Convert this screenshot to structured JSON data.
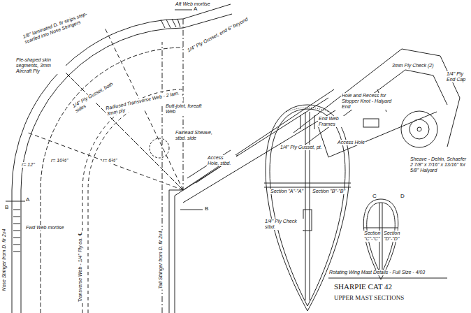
{
  "diagram": {
    "title": "SHARPIE CAT 42",
    "caption": "UPPER MAST SECTIONS",
    "labels": [
      "1/8\" laminated D. fir strips step-scarfed into Nose Stringers",
      "Aft Web mortise",
      "1/4\" Ply Gusset, end 6\" beyond",
      "Pie-shaped skin segments, 3mm Aircraft Ply",
      "1/4\" Ply Gusset, both sides",
      "Butt-joint, foreaft Web",
      "Radiused Transverse Web - 2 lam. 3mm ply",
      "Fairlead Sheave, stbd. side",
      "r= 12\"",
      "r= 10½\"",
      "r= 6½\"",
      "Access Hole, stbd.",
      "Fwd Web mortise",
      "Nose Stringer from D. fir 2x4",
      "Transverse Web - 1/4\" Ply ea. ℄",
      "Tail Stringer from D. fir 2x4",
      "Section \"A\"-\"A\"",
      "Section \"B\"-\"B\"",
      "1/4\" Ply Gusset, pt.",
      "1/4\" Ply Check stbd.",
      "Section \"C\"-\"C\"",
      "Section \"D\"-\"D\"",
      "1/4\" Ply End Cap",
      "3mm Ply Check (2)",
      "Hole and Recess for Stopper Knot - Halyard End",
      "End Web Frames",
      "Access Hole",
      "Sheave - Delrin, Schaefer 2 7/8\" x 7/16\" x 13/16\" for 5/8\" Halyard",
      "Rotating Wing Mast Details - Full Size - 4/03",
      "A",
      "A",
      "B",
      "B",
      "C",
      "D"
    ]
  }
}
